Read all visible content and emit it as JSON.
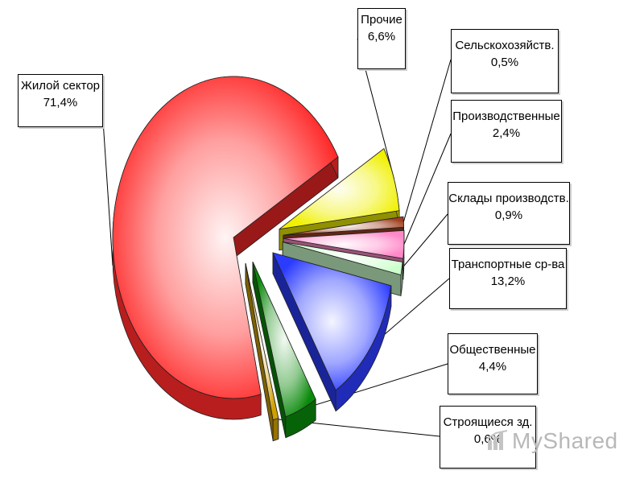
{
  "chart_data": {
    "type": "pie",
    "slices": [
      {
        "label": "Жилой сектор",
        "percent_text": "71,4%",
        "value": 71.4,
        "color": "#ff2a2a"
      },
      {
        "label": "Прочие",
        "percent_text": "6,6%",
        "value": 6.6,
        "color": "#f0f000"
      },
      {
        "label": "Сельскохозяйств.",
        "percent_text": "0,5%",
        "value": 0.5,
        "color": "#a04020"
      },
      {
        "label": "Производственные",
        "percent_text": "2,4%",
        "value": 2.4,
        "color": "#ff88c8"
      },
      {
        "label": "Склады производств.",
        "percent_text": "0,9%",
        "value": 0.9,
        "color": "#ccffcc"
      },
      {
        "label": "Транспортные ср-ва",
        "percent_text": "13,2%",
        "value": 13.2,
        "color": "#2c3cff"
      },
      {
        "label": "Общественные",
        "percent_text": "4,4%",
        "value": 4.4,
        "color": "#0a8a0a"
      },
      {
        "label": "Строящиеся зд.",
        "percent_text": "0,6%",
        "value": 0.6,
        "color": "#d0a000"
      }
    ]
  },
  "watermark": {
    "text": "MyShared",
    "icon": "myshared-logo-icon"
  }
}
